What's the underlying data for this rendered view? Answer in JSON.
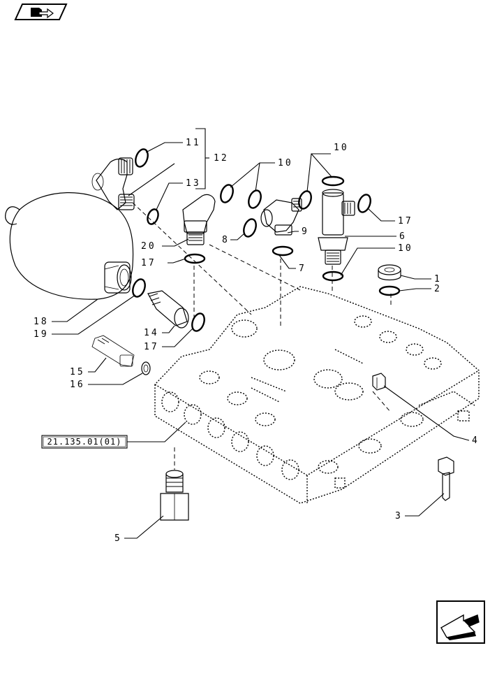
{
  "header": {
    "icon": "book-arrow-icon"
  },
  "footer": {
    "icon": "next-page-arrow-icon"
  },
  "reference_box": {
    "label": "21.135.01(01)"
  },
  "callouts": [
    {
      "id": "1",
      "label": "1"
    },
    {
      "id": "2",
      "label": "2"
    },
    {
      "id": "3",
      "label": "3"
    },
    {
      "id": "4",
      "label": "4"
    },
    {
      "id": "5",
      "label": "5"
    },
    {
      "id": "6",
      "label": "6"
    },
    {
      "id": "7",
      "label": "7"
    },
    {
      "id": "8",
      "label": "8"
    },
    {
      "id": "9",
      "label": "9"
    },
    {
      "id": "10a",
      "label": "10"
    },
    {
      "id": "10b",
      "label": "10"
    },
    {
      "id": "10c",
      "label": "10"
    },
    {
      "id": "11",
      "label": "11"
    },
    {
      "id": "12",
      "label": "12"
    },
    {
      "id": "13",
      "label": "13"
    },
    {
      "id": "14",
      "label": "14"
    },
    {
      "id": "15",
      "label": "15"
    },
    {
      "id": "16",
      "label": "16"
    },
    {
      "id": "17a",
      "label": "17"
    },
    {
      "id": "17b",
      "label": "17"
    },
    {
      "id": "17c",
      "label": "17"
    },
    {
      "id": "18",
      "label": "18"
    },
    {
      "id": "19",
      "label": "19"
    },
    {
      "id": "20",
      "label": "20"
    }
  ]
}
